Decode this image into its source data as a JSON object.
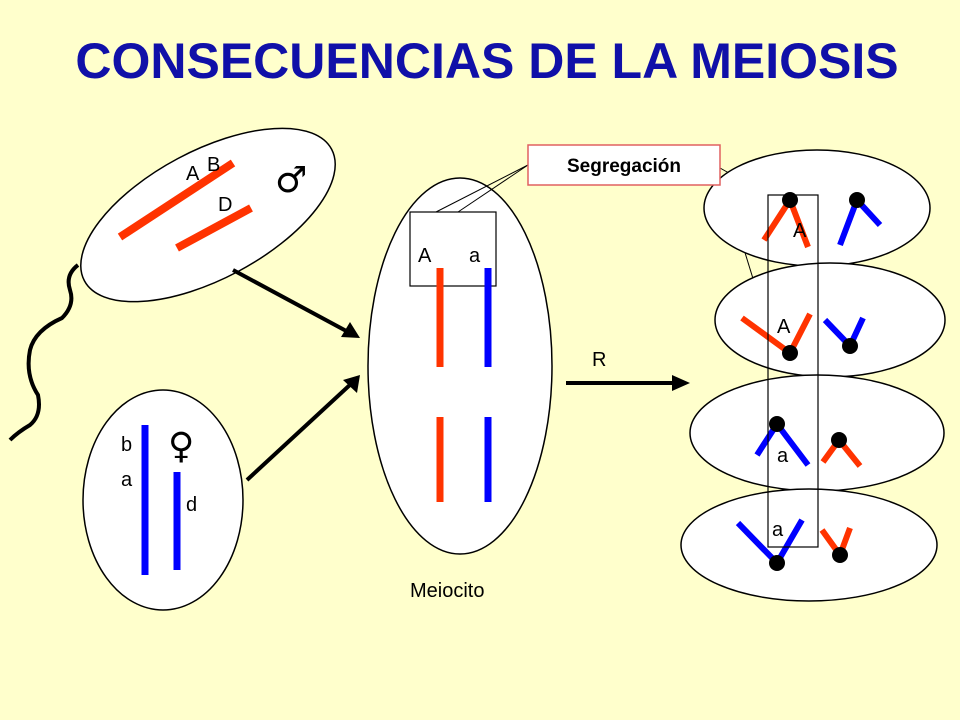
{
  "title": "CONSECUENCIAS DE LA MEIOSIS",
  "callout": "Segregación",
  "arrow_label": "R",
  "meiocito_label": "Meiocito",
  "male": {
    "symbol": "♂",
    "genes": [
      "A",
      "B",
      "D"
    ]
  },
  "female": {
    "symbol": "♀",
    "genes": [
      "b",
      "a",
      "d"
    ]
  },
  "meiocito": {
    "genes": [
      "A",
      "a"
    ]
  },
  "products": [
    "A",
    "A",
    "a",
    "a"
  ],
  "colors": {
    "background": "#ffffcc",
    "title": "#1010a8",
    "red": "#ff3300",
    "blue": "#0000ff",
    "callout_border": "#e06060"
  }
}
